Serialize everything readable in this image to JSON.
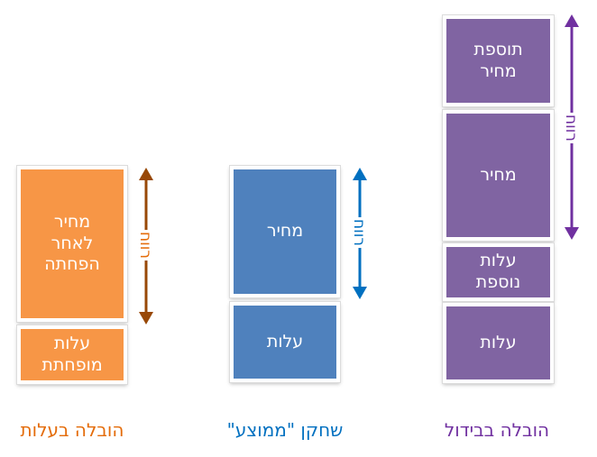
{
  "colors": {
    "orange": "#f79646",
    "orange_text": "#e46c0a",
    "orange_arrow": "#984807",
    "blue": "#4f81bd",
    "blue_arrow": "#0070c0",
    "purple": "#8064a2",
    "purple_arrow": "#7030a0"
  },
  "columns": {
    "cost_leadership": {
      "caption": "הובלה בעלות",
      "price_box": "מחיר\nלאחר\nהפחתה",
      "cost_box": "עלות\nמופחתת",
      "profit_label": "רווח"
    },
    "average_player": {
      "caption": "שחקן \"ממוצע\"",
      "price_box": "מחיר",
      "cost_box": "עלות",
      "profit_label": "רווח"
    },
    "differentiation": {
      "caption": "הובלה בבידול",
      "price_addition_box": "תוספת\nמחיר",
      "price_box": "מחיר",
      "extra_cost_box": "עלות\nנוספת",
      "cost_box": "עלות",
      "profit_label": "רווח"
    }
  }
}
